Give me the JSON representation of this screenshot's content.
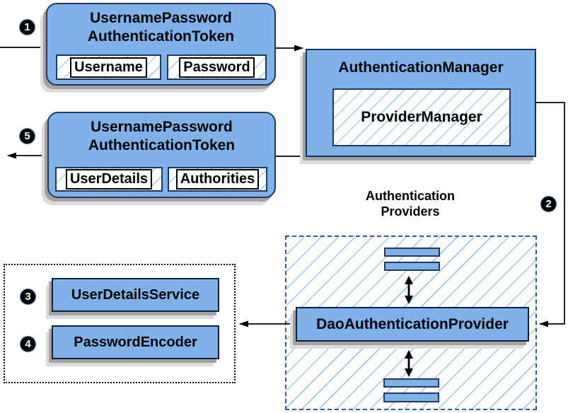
{
  "step_badges": {
    "step1": "1",
    "step2": "2",
    "step3": "3",
    "step4": "4",
    "step5": "5"
  },
  "request_token": {
    "title_line1": "UsernamePassword",
    "title_line2": "AuthenticationToken",
    "field_username": "Username",
    "field_password": "Password"
  },
  "response_token": {
    "title_line1": "UsernamePassword",
    "title_line2": "AuthenticationToken",
    "field_userdetails": "UserDetails",
    "field_authorities": "Authorities"
  },
  "authentication_manager": {
    "title": "AuthenticationManager",
    "provider_manager": "ProviderManager"
  },
  "authentication_providers": {
    "heading_line1": "Authentication",
    "heading_line2": "Providers",
    "dao_provider": "DaoAuthenticationProvider"
  },
  "collaborators": {
    "user_details_service": "UserDetailsService",
    "password_encoder": "PasswordEncoder"
  },
  "colors": {
    "box_fill_blue": "#7eb2e8",
    "border_navy": "#1f3864",
    "hatch_line_blue": "#a9cdf2",
    "dashed_border_blue": "#2e5b9f",
    "dotted_border_black": "#000000",
    "arrow_black": "#000000",
    "shadow_gray": "#a3a3a3"
  }
}
